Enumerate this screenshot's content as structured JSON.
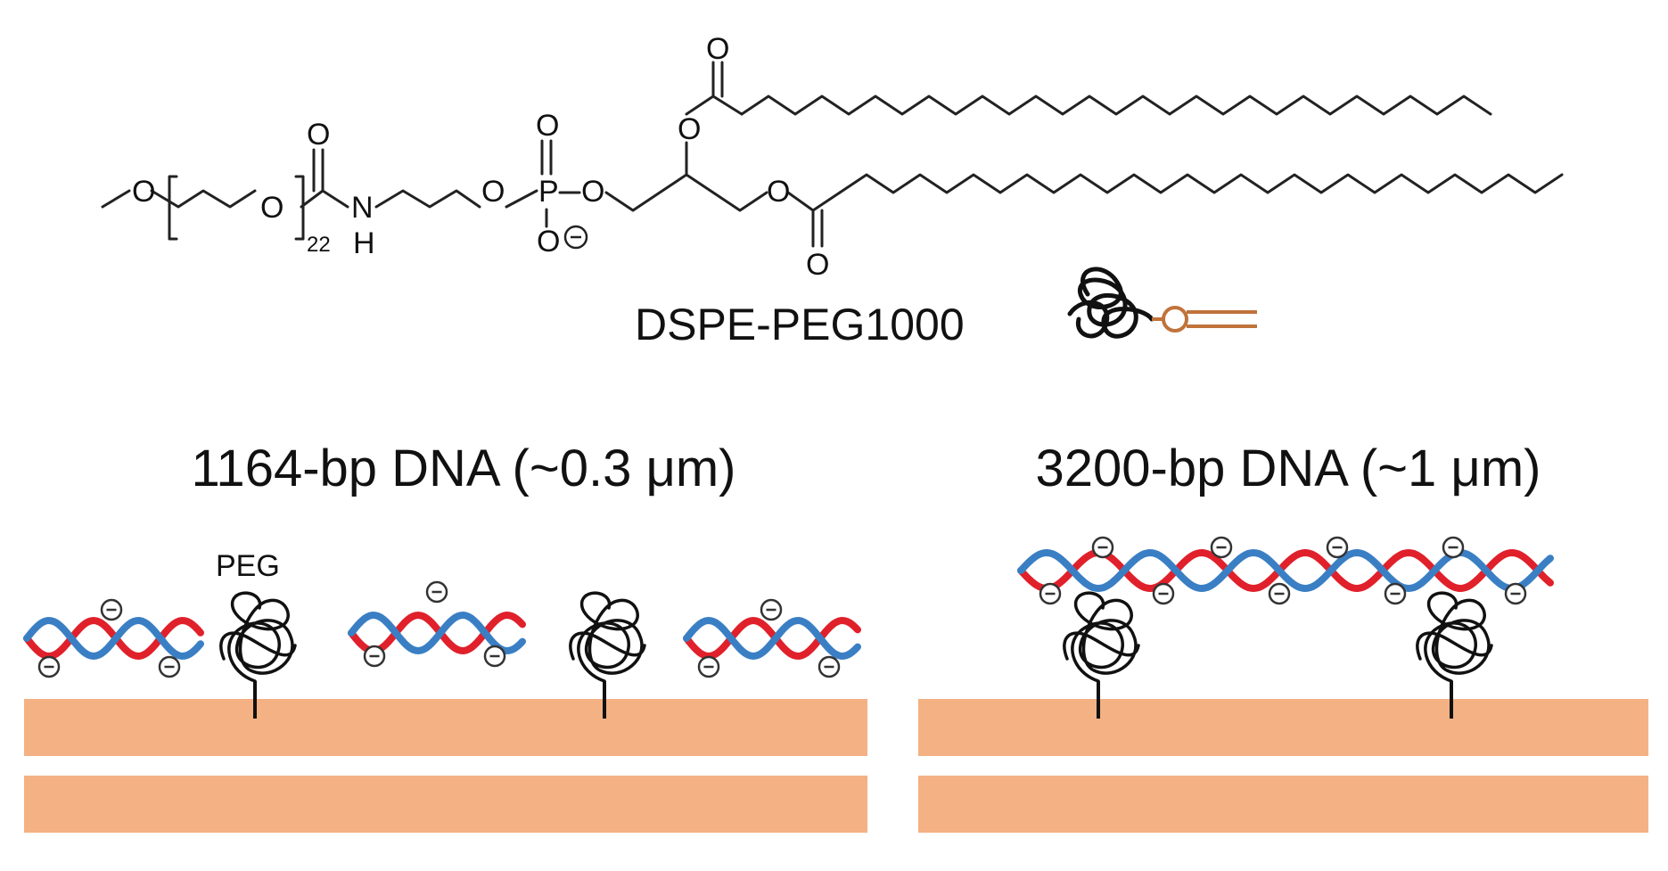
{
  "molecule": {
    "name": "DSPE-PEG1000",
    "atoms": {
      "o": "O",
      "n": "N",
      "h": "H",
      "p": "P",
      "repeat": "22",
      "minus": "−"
    }
  },
  "panels": {
    "left": {
      "title": "1164-bp DNA (~0.3 μm)",
      "peg_label": "PEG"
    },
    "right": {
      "title": "3200-bp DNA (~1 μm)"
    }
  },
  "colors": {
    "bilayer": "#f4b183",
    "dna_red": "#e0202a",
    "dna_blue": "#3a7fc4",
    "peg": "#111111",
    "headgroup": "#c0733a",
    "bond": "#222222"
  }
}
